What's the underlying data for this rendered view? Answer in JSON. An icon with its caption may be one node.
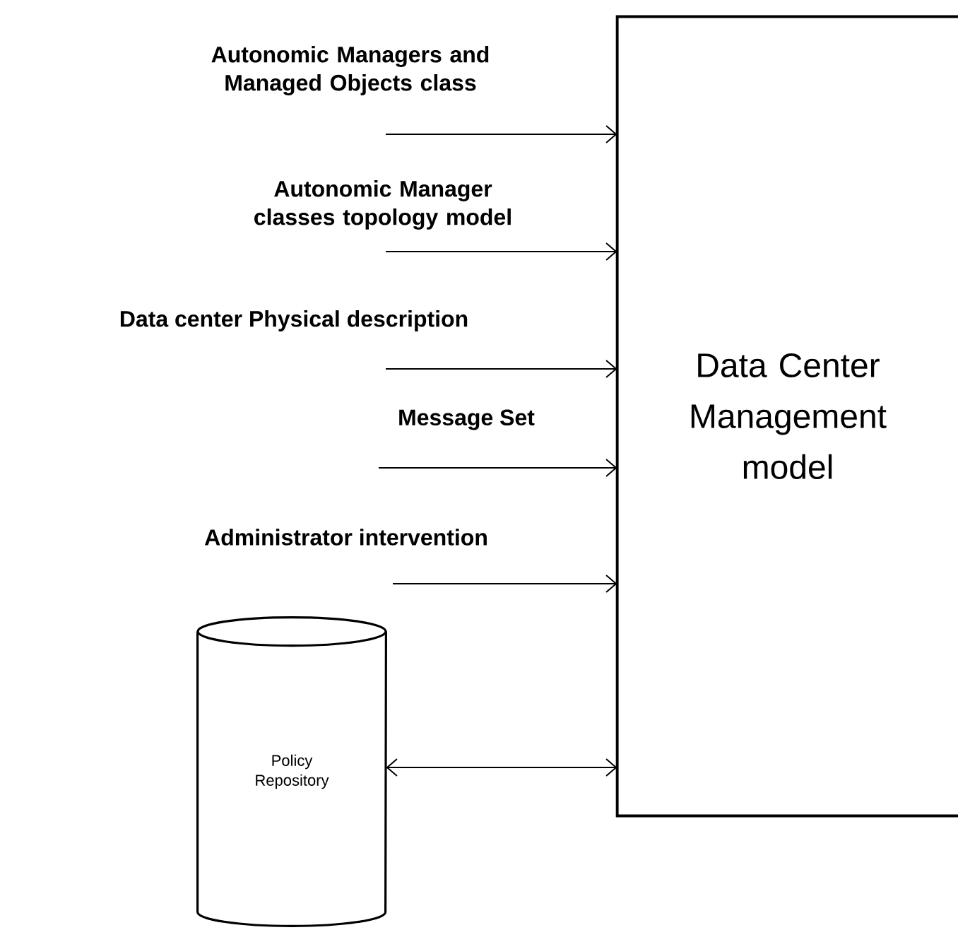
{
  "diagram": {
    "nodes": [
      {
        "text": [
          "Data Center Management model"
        ]
      },
      {
        "text": [
          "Policy Repository"
        ]
      }
    ],
    "edges": [
      {
        "from": null,
        "to": 0,
        "arrow": "to",
        "label": "Autonomic Managers and Managed Objects class"
      },
      {
        "from": null,
        "to": 0,
        "arrow": "to",
        "label": "Autonomic Manager classes topology model"
      },
      {
        "from": null,
        "to": 0,
        "arrow": "to",
        "label": "Data center Physical description"
      },
      {
        "from": null,
        "to": 0,
        "arrow": "to",
        "label": "Message Set"
      },
      {
        "from": null,
        "to": 0,
        "arrow": "to",
        "label": "Administrator intervention"
      },
      {
        "from": 1,
        "to": 0,
        "arrow": "both"
      }
    ]
  }
}
